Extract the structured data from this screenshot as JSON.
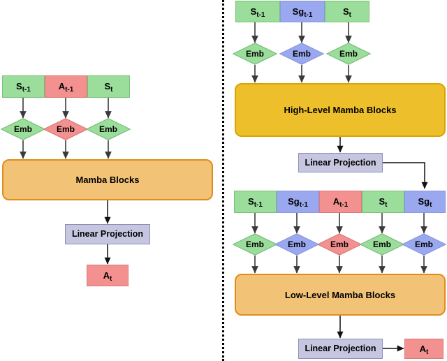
{
  "figure": {
    "type": "flowchart-diagram",
    "title": "Mamba policy architectures: flat (left) and hierarchical (right)",
    "divider": "vertical-dotted-line",
    "colors": {
      "state_green": "#9bdd9b",
      "subgoal_blue": "#9aa8ef",
      "action_red": "#f2918f",
      "mamba_light_orange": "#f2c377",
      "mamba_gold": "#edc02b",
      "linear_projection_lavender": "#c6c6e0",
      "arrow_dark": "#3a3a3a",
      "border_orange": "#e08c1a"
    }
  },
  "left_diagram": {
    "name": "flat-mamba-policy",
    "input_tokens": [
      {
        "label": "S",
        "sub": "t-1",
        "color": "green"
      },
      {
        "label": "A",
        "sub": "t-1",
        "color": "red"
      },
      {
        "label": "S",
        "sub": "t",
        "color": "green"
      }
    ],
    "embeddings": [
      {
        "label": "Emb",
        "color": "green"
      },
      {
        "label": "Emb",
        "color": "red"
      },
      {
        "label": "Emb",
        "color": "green"
      }
    ],
    "backbone": {
      "label": "Mamba Blocks",
      "color": "light"
    },
    "projection": {
      "label": "Linear Projection"
    },
    "output": {
      "label": "A",
      "sub": "t",
      "color": "red"
    }
  },
  "right_diagram": {
    "name": "hierarchical-mamba-policy",
    "high_level": {
      "input_tokens": [
        {
          "label": "S",
          "sub": "t-1",
          "color": "green"
        },
        {
          "label": "Sg",
          "sub": "t-1",
          "color": "blue"
        },
        {
          "label": "S",
          "sub": "t",
          "color": "green"
        }
      ],
      "embeddings": [
        {
          "label": "Emb",
          "color": "green"
        },
        {
          "label": "Emb",
          "color": "blue"
        },
        {
          "label": "Emb",
          "color": "green"
        }
      ],
      "backbone": {
        "label": "High-Level Mamba Blocks",
        "color": "gold"
      },
      "projection": {
        "label": "Linear Projection"
      }
    },
    "low_level": {
      "input_tokens": [
        {
          "label": "S",
          "sub": "t-1",
          "color": "green"
        },
        {
          "label": "Sg",
          "sub": "t-1",
          "color": "blue"
        },
        {
          "label": "A",
          "sub": "t-1",
          "color": "red"
        },
        {
          "label": "S",
          "sub": "t",
          "color": "green"
        },
        {
          "label": "Sg",
          "sub": "t",
          "color": "blue"
        }
      ],
      "embeddings": [
        {
          "label": "Emb",
          "color": "green"
        },
        {
          "label": "Emb",
          "color": "blue"
        },
        {
          "label": "Emb",
          "color": "red"
        },
        {
          "label": "Emb",
          "color": "green"
        },
        {
          "label": "Emb",
          "color": "blue"
        }
      ],
      "backbone": {
        "label": "Low-Level Mamba Blocks",
        "color": "light"
      },
      "projection": {
        "label": "Linear Projection"
      },
      "output": {
        "label": "A",
        "sub": "t",
        "color": "red"
      }
    }
  }
}
